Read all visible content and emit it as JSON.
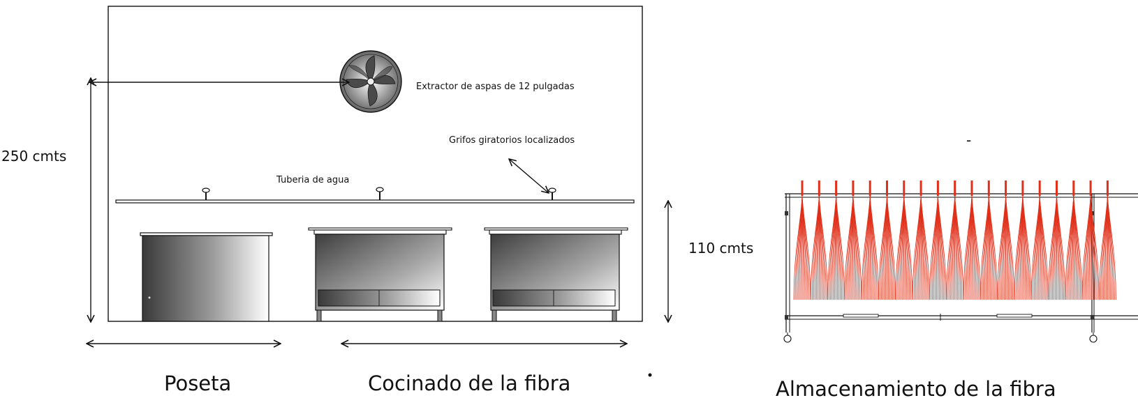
{
  "labels": {
    "height_total": "250 cmts",
    "height_table": "110 cmts",
    "extractor": "Extractor de aspas de 12 pulgadas",
    "faucets": "Grifos giratorios localizados",
    "water_pipe": "Tuberia de agua",
    "zone_poseta": "Poseta",
    "zone_cooking": "Cocinado de la fibra",
    "zone_storage": "Almacenamiento de la fibra",
    "dash_mark": "-"
  },
  "colors": {
    "line": "#111111",
    "fiber": "#e0301a",
    "tank_dark": "#3a3a3a",
    "tank_light": "#ffffff"
  },
  "icons": [
    "fan-icon",
    "faucet-icon",
    "caster-wheel-icon"
  ]
}
